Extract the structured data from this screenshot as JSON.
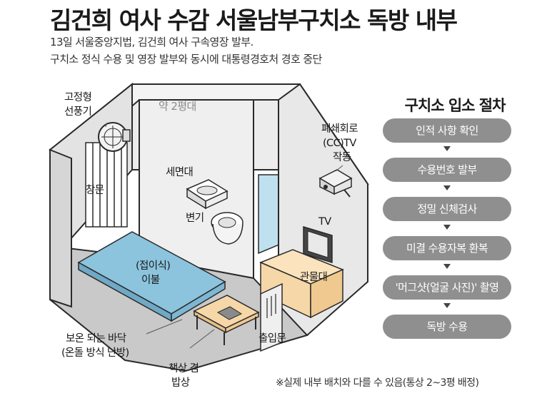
{
  "title": "김건희 여사 수감 서울남부구치소 독방 내부",
  "subtitle_lines": [
    "13일 서울중앙지법, 김건희 여사 구속영장 발부.",
    "구치소 정식 수용 및 영장 발부와 동시에 대통령경호처 경호 중단"
  ],
  "room_labels": {
    "size": "약 2평대",
    "fan": [
      "고정형",
      "선풍기"
    ],
    "window": "창문",
    "washbasin": "세면대",
    "toilet": "변기",
    "cctv": [
      "폐쇄회로",
      "(CC)TV",
      "작동"
    ],
    "tv": "TV",
    "bedding": [
      "(접이식)",
      "이불"
    ],
    "cabinet": "관물대",
    "floor": [
      "보온 되는 바닥",
      "(온돌 방식 난방)"
    ],
    "door": "출입문",
    "desk": [
      "책상 겸",
      "밥상"
    ]
  },
  "procedure": {
    "title": "구치소 입소 절차",
    "steps": [
      "인적 사항 확인",
      "수용번호 발부",
      "정밀 신체검사",
      "미결 수용자복 환복",
      "'머그샷(얼굴 사진)' 촬영",
      "독방 수용"
    ]
  },
  "footnote": "※실제 내부 배치와 다를 수 있음(통상 2~3평 배정)",
  "colors": {
    "wall": "#ececec",
    "wall_shade": "#d6d6d6",
    "floor": "#c9c9c9",
    "bedding": "#8cc4de",
    "wood": "#f6d7a7",
    "step_pill": "#8f8f8f",
    "outline": "#2a2a2a"
  }
}
